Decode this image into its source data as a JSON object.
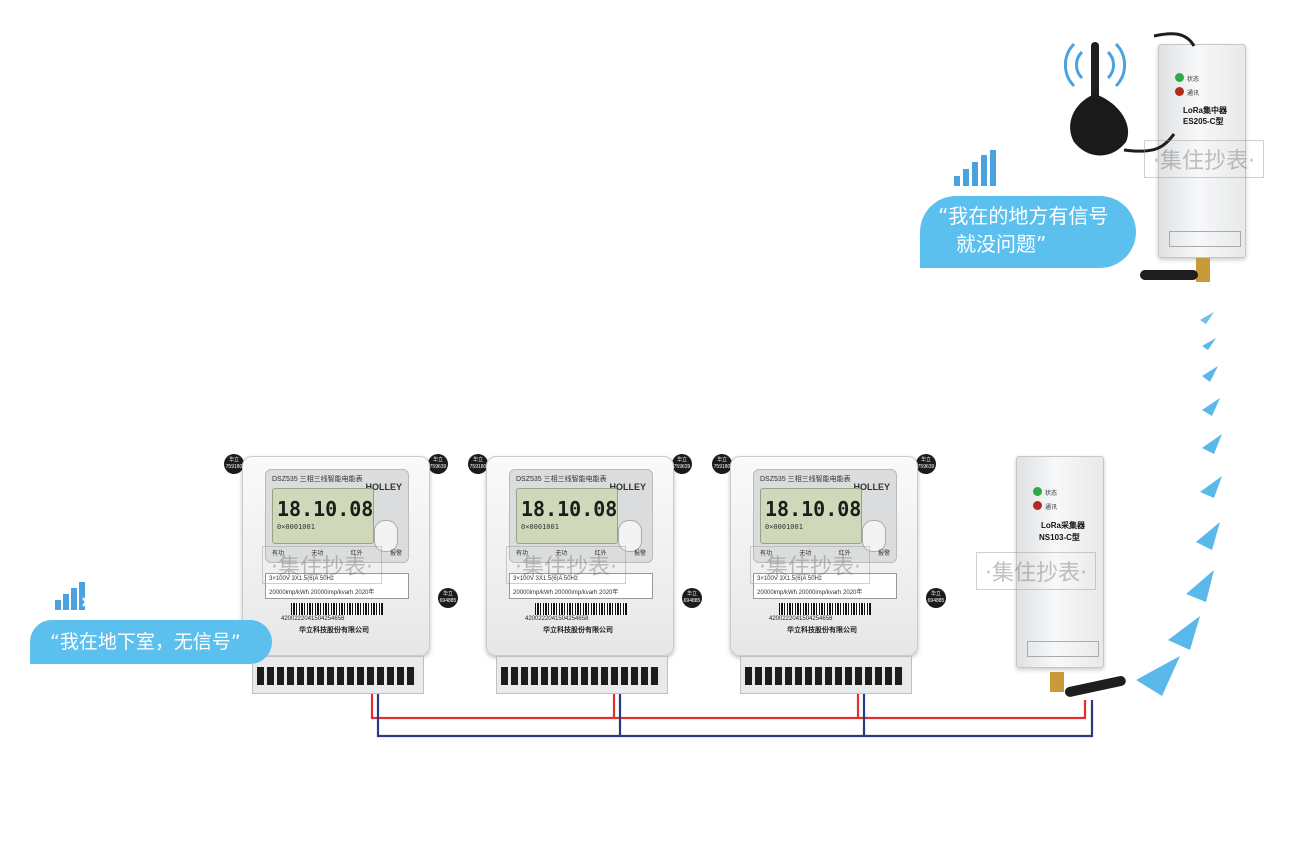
{
  "bubbles": {
    "top_line1": "“我在的地方有信号",
    "top_line2": "就没问题”",
    "bottom": "“我在地下室，无信号”"
  },
  "meters": [
    {
      "model": "DSZ535 三相三线智能电能表",
      "brand": "HOLLEY",
      "digits": "18.10.08",
      "lcd_code": "0×0001001",
      "buttons": [
        "有功",
        "无功",
        "红外",
        "报警"
      ],
      "spec_row1": "3×100V   3X1.5(6)A   50Hz",
      "spec_row2": "20000imp/kWh   20000imp/kvarh   2020年",
      "barcode_number": "4200222041504254658",
      "company": "华立科技股份有限公司",
      "seal_left": "华立 759180",
      "seal_right": "华立 759639",
      "seal_side": "华立 694885"
    },
    {
      "model": "DSZ535 三相三线智能电能表",
      "brand": "HOLLEY",
      "digits": "18.10.08",
      "lcd_code": "0×0001001",
      "buttons": [
        "有功",
        "无功",
        "红外",
        "报警"
      ],
      "spec_row1": "3×100V   3X1.5(6)A   50Hz",
      "spec_row2": "20000imp/kWh   20000imp/kvarh   2020年",
      "barcode_number": "4200222041504254658",
      "company": "华立科技股份有限公司",
      "seal_left": "华立 759180",
      "seal_right": "华立 759639",
      "seal_side": "华立 694885"
    },
    {
      "model": "DSZ535 三相三线智能电能表",
      "brand": "HOLLEY",
      "digits": "18.10.08",
      "lcd_code": "0×0001001",
      "buttons": [
        "有功",
        "无功",
        "红外",
        "报警"
      ],
      "spec_row1": "3×100V   3X1.5(6)A   50Hz",
      "spec_row2": "20000imp/kWh   20000imp/kvarh   2020年",
      "barcode_number": "4200222041504254658",
      "company": "华立科技股份有限公司",
      "seal_left": "华立 759180",
      "seal_right": "华立 759639",
      "seal_side": "华立 694885"
    }
  ],
  "concentrator": {
    "led1": "状态",
    "led2": "通讯",
    "name1": "LoRa集中器",
    "name2": "ES205-C型"
  },
  "collector": {
    "led1": "状态",
    "led2": "通讯",
    "name1": "LoRa采集器",
    "name2": "NS103-C型"
  },
  "watermark": "·集住抄表·",
  "colors": {
    "bubble": "#5bc0ee",
    "signal": "#4aa3e0",
    "wire_red": "#e03030",
    "wire_blue": "#2a3a8a",
    "arrow": "#5bb8ea"
  }
}
